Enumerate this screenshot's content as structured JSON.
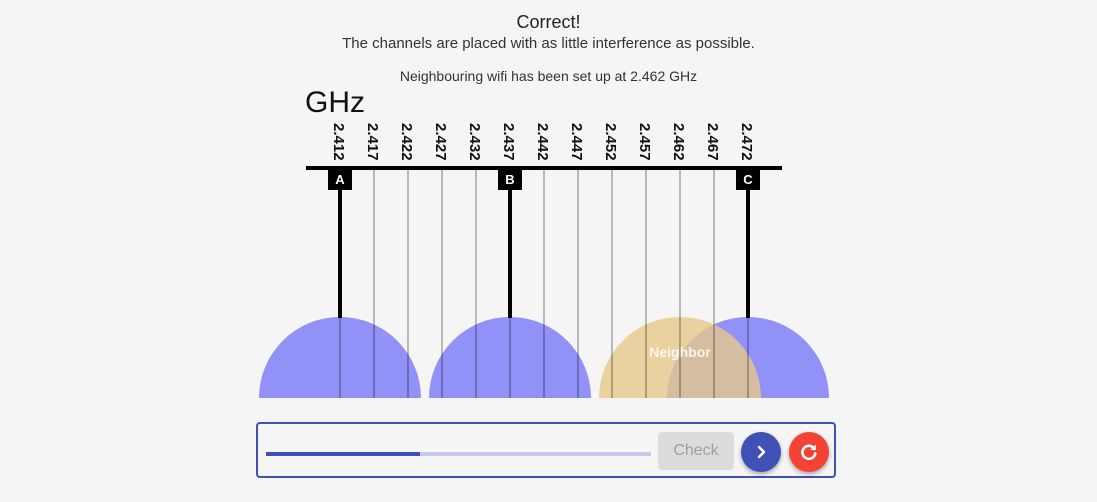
{
  "feedback": {
    "title": "Correct!",
    "detail": "The channels are placed with as little interference as possible."
  },
  "neighbour_note": "Neighbouring wifi has been set up at 2.462 GHz",
  "spectrum": {
    "unit": "GHz",
    "frequencies": [
      "2.412",
      "2.417",
      "2.422",
      "2.427",
      "2.432",
      "2.437",
      "2.442",
      "2.447",
      "2.452",
      "2.457",
      "2.462",
      "2.467",
      "2.472"
    ],
    "channels": [
      {
        "label": "A",
        "frequency": "2.412"
      },
      {
        "label": "B",
        "frequency": "2.437"
      },
      {
        "label": "C",
        "frequency": "2.472"
      }
    ],
    "neighbour": {
      "label": "Neighbor",
      "frequency": "2.462"
    },
    "colors": {
      "channel_coverage": "#7f7ff7",
      "neighbour_coverage": "#e6c98a",
      "line": "#000000",
      "marker_bg": "#000000",
      "marker_text": "#ffffff"
    }
  },
  "controls": {
    "progress": 0.4,
    "check_label": "Check",
    "next_icon": "chevron-right-icon",
    "reset_icon": "refresh-icon",
    "colors": {
      "primary": "#3f51b5",
      "reset": "#f44336",
      "disabled": "#dcdcdc"
    }
  }
}
